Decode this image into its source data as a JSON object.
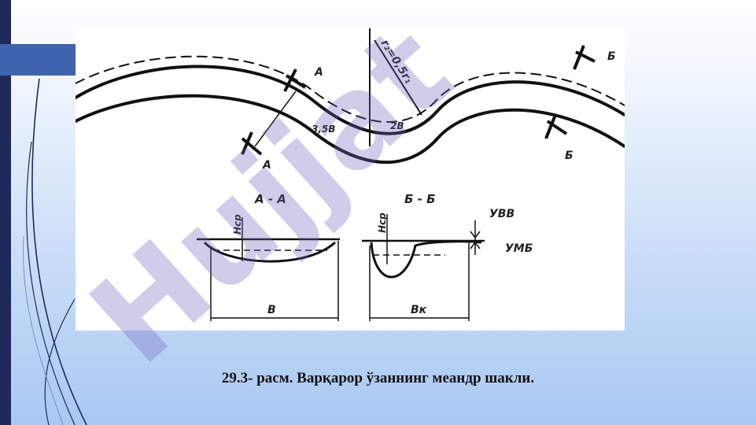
{
  "figure": {
    "plan": {
      "section_mark_a": "А",
      "section_mark_b": "Б",
      "radius_label": "r₂=0,5r₁",
      "dim_label_left": "3,5B",
      "dim_label_right": "2B"
    },
    "section_a": {
      "title": "А - А",
      "depth_label": "Hср",
      "width_label": "B"
    },
    "section_b": {
      "title": "Б - Б",
      "depth_label": "Hср",
      "width_label": "Bк",
      "high_water_label": "УВВ",
      "low_water_label": "УМБ"
    }
  },
  "watermark": {
    "text": "Hujjat"
  },
  "caption": {
    "text": "29.3- расм. Варқарор ўзаннинг меандр шакли."
  }
}
